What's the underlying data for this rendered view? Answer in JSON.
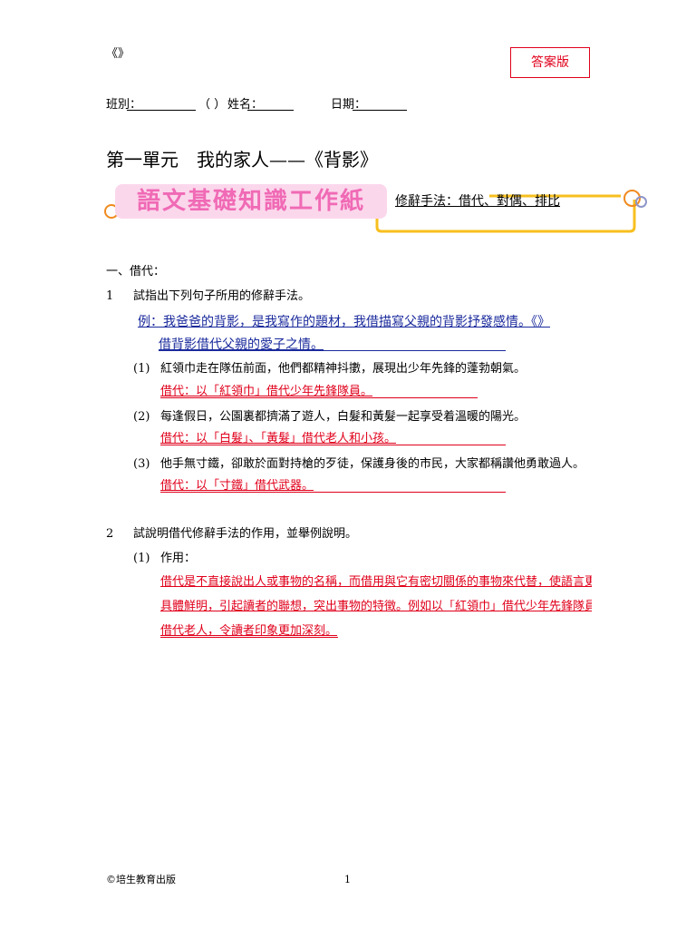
{
  "header": {
    "corner_mark": "《》",
    "answer_box": "答案版",
    "class_label": "班別：",
    "number_label": "（ ）",
    "name_label": "姓名：",
    "date_label": "日期："
  },
  "title": {
    "unit": "第一單元　",
    "lesson": "我的家人——《背影》"
  },
  "banner": {
    "badge": "語文基礎知識工作紙",
    "subtitle": "修辭手法：借代、對偶、排比"
  },
  "section": {
    "heading": "一、借代："
  },
  "q1": {
    "number": "1",
    "prompt": "試指出下列句子所用的修辭手法。",
    "model_line1": "例：我爸爸的背影，是我寫作的題材，我借描寫父親的背影抒發感情。《》",
    "model_line2": "借背影借代父親的愛子之情。",
    "items": [
      {
        "label": "(1)",
        "text": "紅領巾走在隊伍前面，他們都精神抖擻，展現出少年先鋒的蓬勃朝氣。",
        "answer": "借代：以「紅領巾」借代少年先鋒隊員。"
      },
      {
        "label": "(2)",
        "text": "每逢假日，公園裏都擠滿了遊人，白髮和黃髮一起享受着溫暖的陽光。",
        "answer": "借代：以「白髮」、「黃髮」借代老人和小孩。"
      },
      {
        "label": "(3)",
        "text": "他手無寸鐵，卻敢於面對持槍的歹徒，保護身後的市民，大家都稱讚他勇敢過人。",
        "answer": "借代：以「寸鐵」借代武器。"
      }
    ]
  },
  "q2": {
    "number": "2",
    "prompt": "試說明借代修辭手法的作用，並舉例說明。",
    "item_label": "(1)",
    "item_heading": "作用：",
    "answer_line1": "借代是不直接說出人或事物的名稱，而借用與它有密切關係的事物來代替，使語言更加形象生動、",
    "answer_line2": "具體鮮明，引起讀者的聯想，突出事物的特徵。例如以「紅領巾」借代少年先鋒隊員，以「白髮」",
    "answer_line3": "借代老人，令讀者印象更加深刻。"
  },
  "footer": {
    "copyright": "©培生教育出版",
    "page": "1"
  }
}
